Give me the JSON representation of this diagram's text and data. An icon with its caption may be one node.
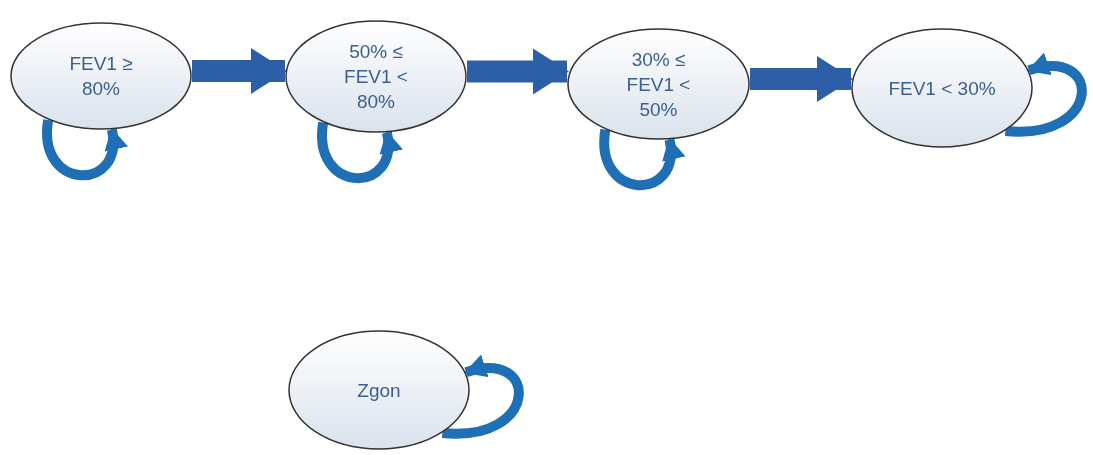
{
  "diagram": {
    "nodes": [
      {
        "text": [
          "FEV1 ≥ 80%"
        ]
      },
      {
        "text": [
          "50% ≤ FEV1 < 80%"
        ]
      },
      {
        "text": [
          "30% ≤ FEV1 < 50%"
        ]
      },
      {
        "text": [
          "FEV1 < 30%"
        ]
      },
      {
        "text": [
          "Zgon"
        ]
      }
    ],
    "edges": [
      {
        "from": 0,
        "to": 1,
        "arrow": "to",
        "style": "thick"
      },
      {
        "from": 1,
        "to": 2,
        "arrow": "to",
        "style": "thick"
      },
      {
        "from": 2,
        "to": 3,
        "arrow": "to",
        "style": "thick"
      },
      {
        "from": 0,
        "to": 0,
        "arrow": "to"
      },
      {
        "from": 1,
        "to": 1,
        "arrow": "to"
      },
      {
        "from": 2,
        "to": 2,
        "arrow": "to"
      },
      {
        "from": 3,
        "to": 3,
        "arrow": "to"
      },
      {
        "from": 4,
        "to": 4,
        "arrow": "to"
      }
    ]
  }
}
